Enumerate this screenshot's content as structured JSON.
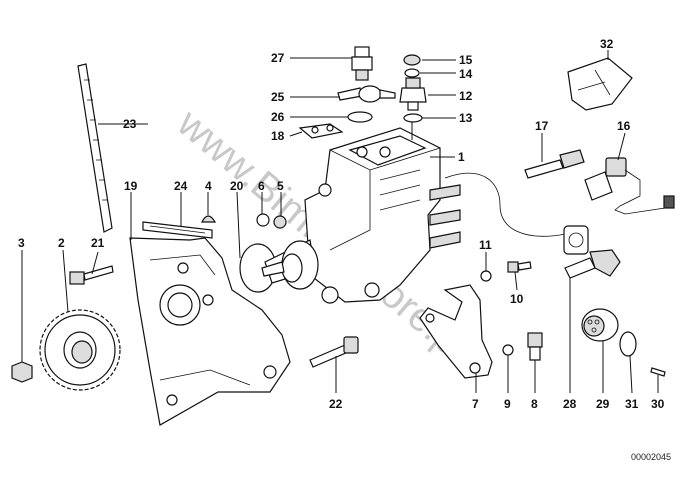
{
  "callouts": {
    "c1": "1",
    "c2": "2",
    "c3": "3",
    "c4": "4",
    "c5": "5",
    "c6": "6",
    "c7": "7",
    "c8": "8",
    "c9": "9",
    "c10": "10",
    "c11": "11",
    "c12": "12",
    "c13": "13",
    "c14": "14",
    "c15": "15",
    "c16": "16",
    "c17": "17",
    "c18": "18",
    "c19": "19",
    "c20": "20",
    "c21": "21",
    "c22": "22",
    "c23": "23",
    "c24": "24",
    "c25": "25",
    "c26": "26",
    "c27": "27",
    "c28": "28",
    "c29": "29",
    "c30": "30",
    "c31": "31",
    "c32": "32"
  },
  "watermark": "www.Bimmerstore.pl",
  "document_number": "00002045"
}
